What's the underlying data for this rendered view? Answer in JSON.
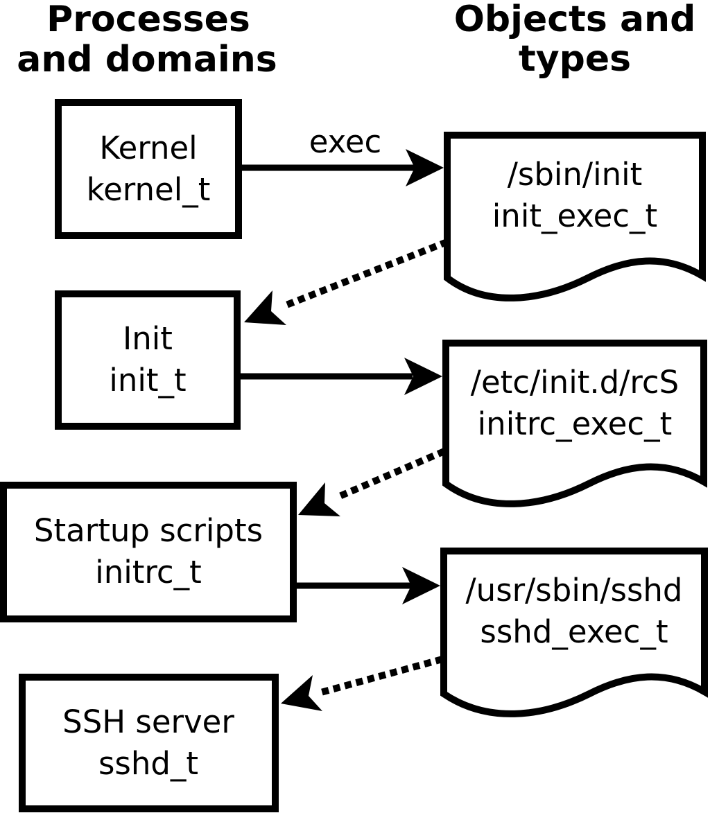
{
  "page": {
    "title": "SELinux domain transitions diagram",
    "colors": {
      "foreground": "#000000",
      "background": "#ffffff"
    }
  },
  "headers": {
    "left": {
      "line1": "Processes",
      "line2": "and domains"
    },
    "right": {
      "line1": "Objects and",
      "line2": "types"
    }
  },
  "processes": [
    {
      "name": "Kernel",
      "type": "kernel_t"
    },
    {
      "name": "Init",
      "type": "init_t"
    },
    {
      "name": "Startup scripts",
      "type": "initrc_t"
    },
    {
      "name": "SSH server",
      "type": "sshd_t"
    }
  ],
  "objects": [
    {
      "path": "/sbin/init",
      "type": "init_exec_t"
    },
    {
      "path": "/etc/init.d/rcS",
      "type": "initrc_exec_t"
    },
    {
      "path": "/usr/sbin/sshd",
      "type": "sshd_exec_t"
    }
  ],
  "edges": {
    "exec_label": "exec"
  }
}
